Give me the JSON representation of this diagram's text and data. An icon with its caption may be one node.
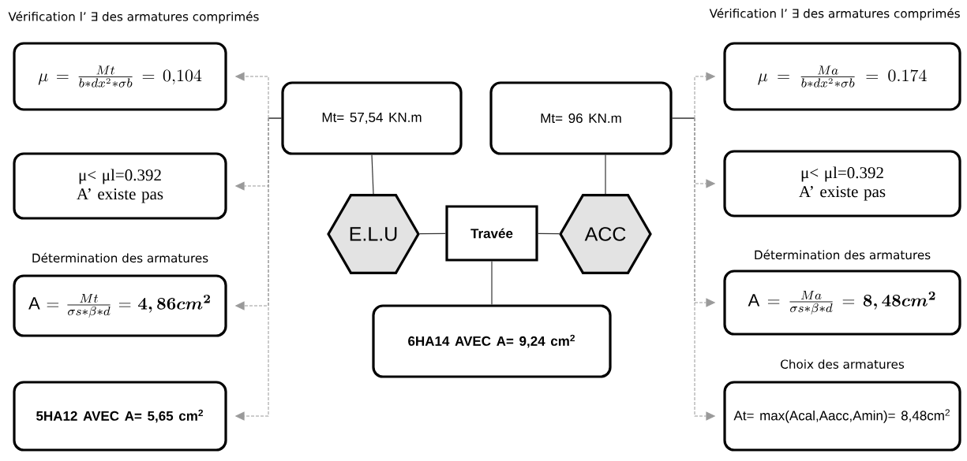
{
  "diagram": {
    "nodes": [
      {
        "text": [
          "Vérification l’ ∃ des armatures comprimés",
          "\\mu= \\frac{Mt}{b*dx^{2}*\\sigma b} = 0{,}104"
        ]
      },
      {
        "text": [
          "μ< μl=0.392",
          "A’ existe pas"
        ]
      },
      {
        "text": [
          "Détermination des armatures",
          "\\mathrm{A}=\\frac{Mt}{\\sigma s*\\beta*d} = \\boldsymbol{4,86cm^{2}}"
        ]
      },
      {
        "text": [
          "5HA12 AVEC A= 5,65 cm$^{2}$"
        ]
      },
      {
        "text": [
          "Mt= 57,54 KN.m"
        ]
      },
      {
        "text": [
          "Mt= 96 KN.m"
        ]
      },
      {
        "text": [
          "E.L.U"
        ]
      },
      {
        "text": [
          "Travée"
        ]
      },
      {
        "text": [
          "ACC"
        ]
      },
      {
        "text": [
          "6HA14 AVEC A= 9,24 cm$^{2}$"
        ]
      },
      {
        "text": [
          "Vérification l’ ∃ des armatures comprimés",
          "\\mu= \\frac{Ma}{b*dx^{2}*\\sigma b} = 0.174"
        ]
      },
      {
        "text": [
          "μ< μl=0.392",
          "A’ existe pas"
        ]
      },
      {
        "text": [
          "Détermination des armatures",
          "\\mathrm{A}=\\frac{Ma}{\\sigma s*\\beta*d} = \\boldsymbol{8,48cm^{2}}"
        ]
      },
      {
        "text": [
          "Choix des armatures",
          "At= max(Acal,Aacc,Amin)= 8,48cm$^{2}$"
        ]
      }
    ],
    "edges": [
      {
        "from": 4,
        "to": 0,
        "arrow": "to",
        "style": "dashed",
        "color": "#9a9a9a"
      },
      {
        "from": 4,
        "to": 1,
        "arrow": "to",
        "style": "dashed",
        "color": "#9a9a9a"
      },
      {
        "from": 4,
        "to": 2,
        "arrow": "to",
        "style": "dashed",
        "color": "#9a9a9a"
      },
      {
        "from": 4,
        "to": 3,
        "arrow": "to",
        "style": "dashed",
        "color": "#9a9a9a"
      },
      {
        "from": 5,
        "to": 10,
        "arrow": "to",
        "style": "dashed",
        "color": "#9a9a9a"
      },
      {
        "from": 5,
        "to": 11,
        "arrow": "to",
        "style": "dashed",
        "color": "#9a9a9a"
      },
      {
        "from": 5,
        "to": 12,
        "arrow": "to",
        "style": "dashed",
        "color": "#9a9a9a"
      },
      {
        "from": 5,
        "to": 13,
        "arrow": "to",
        "style": "dashed",
        "color": "#9a9a9a"
      },
      {
        "from": 4,
        "to": 6,
        "arrow": "none",
        "color": "#333333"
      },
      {
        "from": 5,
        "to": 8,
        "arrow": "none",
        "color": "#333333"
      },
      {
        "from": 6,
        "to": 7,
        "arrow": "none",
        "color": "#333333"
      },
      {
        "from": 7,
        "to": 8,
        "arrow": "none",
        "color": "#333333"
      },
      {
        "from": 7,
        "to": 9,
        "arrow": "none",
        "color": "#333333"
      }
    ]
  }
}
